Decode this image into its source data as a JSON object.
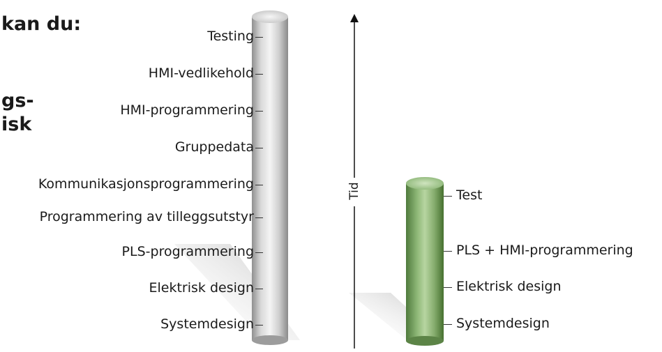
{
  "headings": {
    "line1": "kan du:",
    "line2": "gs-",
    "line3": "isk"
  },
  "time_axis": {
    "label": "Tid"
  },
  "tall_column": {
    "color": "#c8c8c8",
    "items": [
      "Testing",
      "HMI-vedlikehold",
      "HMI-programmering",
      "Gruppedata",
      "Kommunikasjonsprogrammering",
      "Programmering av tilleggsutstyr",
      "PLS-programmering",
      "Elektrisk design",
      "Systemdesign"
    ]
  },
  "short_column": {
    "color": "#6e9a58",
    "items": [
      "Test",
      "PLS + HMI-programmering",
      "Elektrisk design",
      "Systemdesign"
    ]
  }
}
